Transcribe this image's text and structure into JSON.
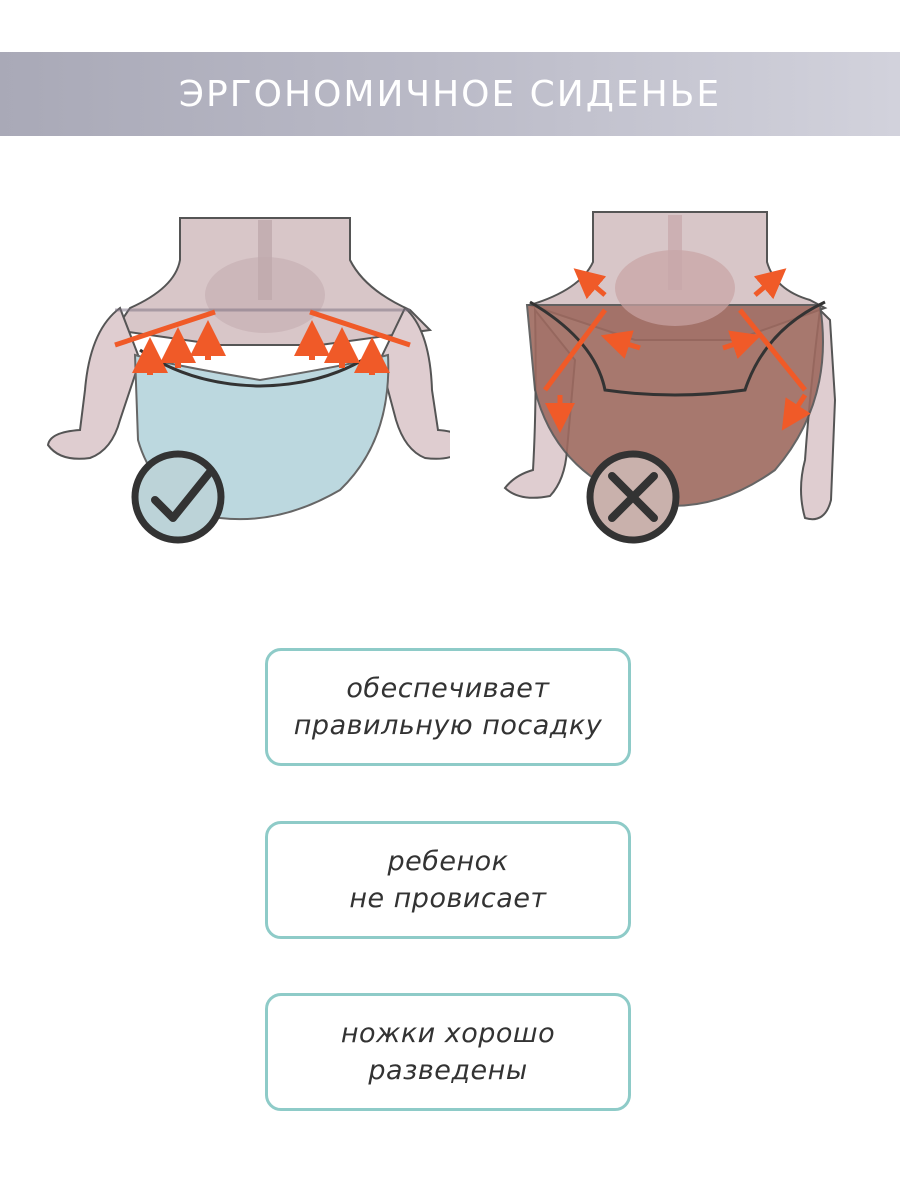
{
  "header": {
    "title": "ЭРГОНОМИЧНОЕ СИДЕНЬЕ"
  },
  "illustrations": [
    {
      "variant": "correct",
      "seat_color": "#bcd8df",
      "mark_icon": "check-icon"
    },
    {
      "variant": "incorrect",
      "seat_color": "#9e6a5f",
      "mark_icon": "cross-icon"
    }
  ],
  "colors": {
    "accent_arrow": "#f05a28",
    "box_border": "#8ecbc8",
    "mark_fill": "#bcd3d8",
    "banner": "#b4b4c2"
  },
  "features": [
    {
      "line1": "обеспечивает",
      "line2": "правильную посадку"
    },
    {
      "line1": "ребенок",
      "line2": "не провисает"
    },
    {
      "line1": "ножки хорошо",
      "line2": "разведены"
    }
  ]
}
